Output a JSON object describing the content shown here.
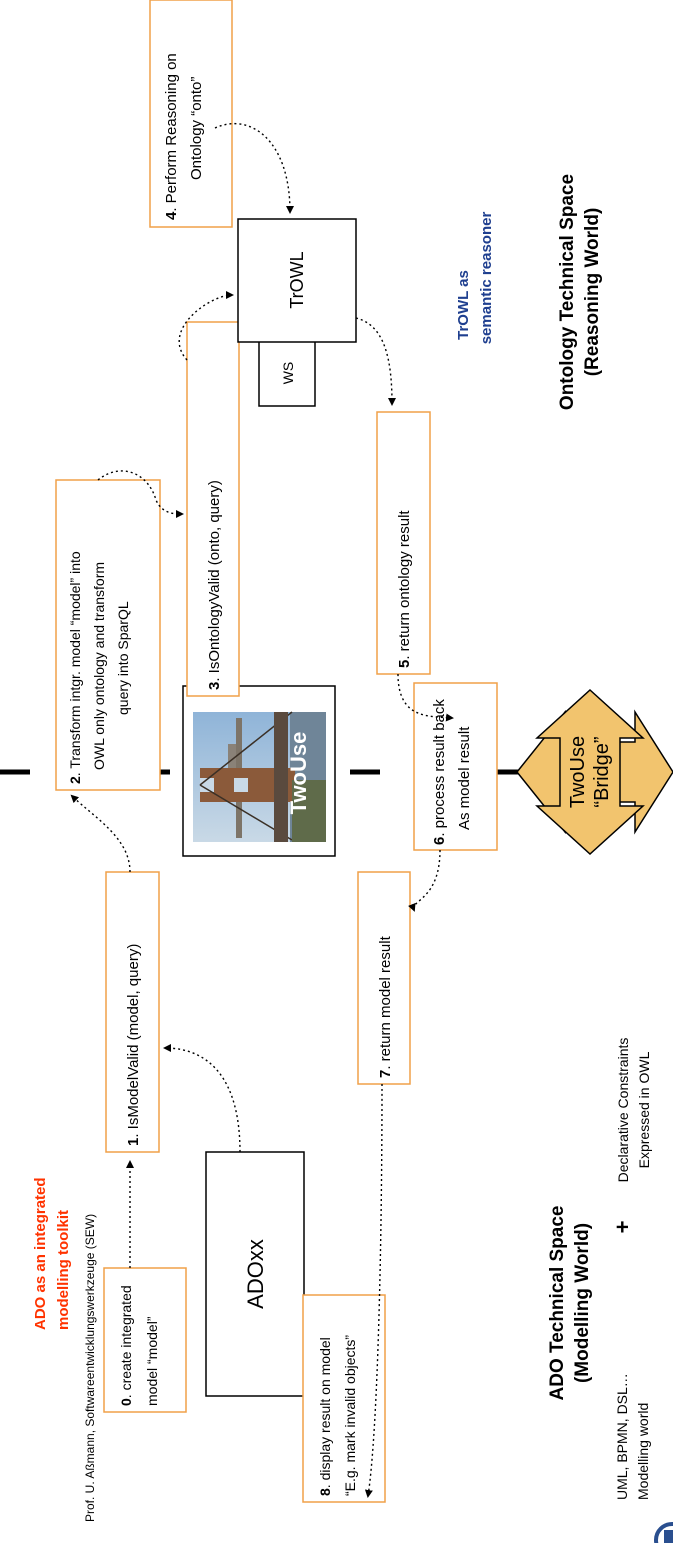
{
  "footer": "Prof. U. Aßmann, Softwareentwicklungswerkzeuge (SEW)",
  "steps": {
    "s0": {
      "num": "0",
      "line1": ". create integrated",
      "line2": "model “model”"
    },
    "s1": {
      "num": "1",
      "line1": ". IsModelValid (model, query)"
    },
    "s2": {
      "num": "2",
      "line1": ". Transform intgr. model “model” into",
      "line2": "OWL only ontology and transform",
      "line3": "query into SparQL"
    },
    "s3": {
      "num": "3",
      "line1": ". IsOntologyValid (onto, query)"
    },
    "s4": {
      "num": "4",
      "line1": ". Perform Reasoning on",
      "line2": "Ontology “onto”"
    },
    "s5": {
      "num": "5",
      "line1": ". return ontology result"
    },
    "s6": {
      "num": "6",
      "line1": ". process result back",
      "line2": "As model result"
    },
    "s7": {
      "num": "7",
      "line1": ". return model result"
    },
    "s8": {
      "num": "8",
      "line1": ". display result on model",
      "line2": "“E.g. mark invalid objects”"
    }
  },
  "ado_box": "ADOxx",
  "trowl_box": "TrOWL",
  "ws_box": "WS",
  "twouse_photo_label": "TwoUse",
  "bridge": {
    "line1": "TwoUse",
    "line2": "“Bridge”"
  },
  "ado_toolkit": {
    "line1": "ADO as an integrated",
    "line2": "modelling toolkit"
  },
  "trowl_reasoner": {
    "line1": "TrOWL as",
    "line2": "semantic reasoner"
  },
  "ado_space": {
    "line1": "ADO Technical Space",
    "line2": "(Modelling World)"
  },
  "ado_lang": {
    "line1": "UML, BPMN, DSL…",
    "line2": "Modelling world"
  },
  "plus": "+",
  "ado_constraints": {
    "line1": "Declarative Constraints",
    "line2": "Expressed in OWL"
  },
  "onto_space": {
    "line1": "Ontology Technical Space",
    "line2": "(Reasoning World)"
  },
  "colors": {
    "box_border": "#f0a048",
    "toolkit_text": "#ff3300",
    "reasoner_text": "#1f3f8f",
    "bridge_fill": "#f2c46e"
  }
}
